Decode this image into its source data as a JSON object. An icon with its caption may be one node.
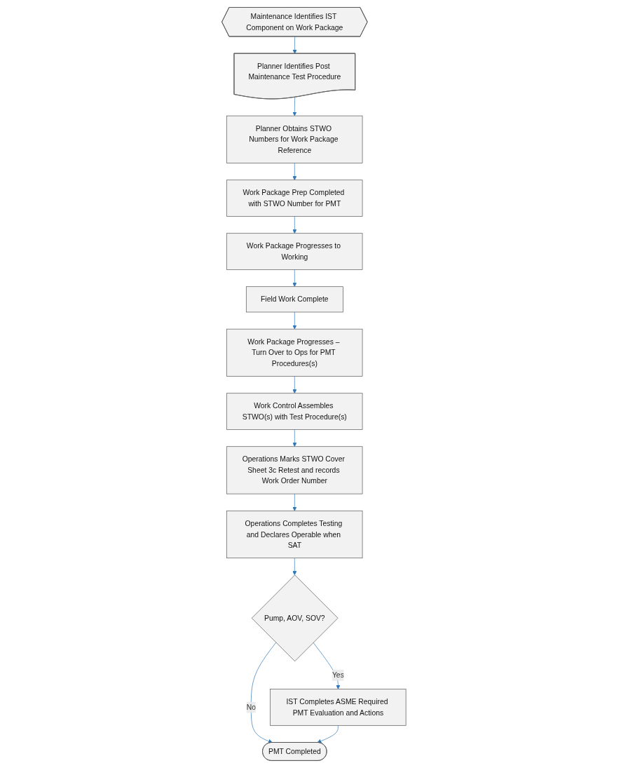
{
  "diagram": {
    "nodes": [
      {
        "text": [
          "Maintenance Identifies IST Component on Work Package"
        ]
      },
      {
        "text": [
          "Planner Identifies Post Maintenance Test Procedure"
        ]
      },
      {
        "text": [
          "Planner Obtains STWO Numbers for Work Package Reference"
        ]
      },
      {
        "text": [
          "Work Package Prep Completed with STWO Number for PMT"
        ]
      },
      {
        "text": [
          "Work Package Progresses to Working"
        ]
      },
      {
        "text": [
          "Field Work Complete"
        ]
      },
      {
        "text": [
          "Work Package Progresses – Turn Over to Ops for PMT Procedures(s)"
        ]
      },
      {
        "text": [
          "Work Control Assembles STWO(s) with Test Procedure(s)"
        ]
      },
      {
        "text": [
          "Operations Marks STWO Cover Sheet 3c Retest and records Work Order Number"
        ]
      },
      {
        "text": [
          "Operations Completes Testing and Declares Operable when SAT"
        ]
      },
      {
        "text": [
          "Pump, AOV, SOV?"
        ]
      },
      {
        "text": [
          "IST Completes ASME Required PMT Evaluation and Actions"
        ]
      },
      {
        "text": [
          "PMT Completed"
        ]
      }
    ],
    "edges": [
      {
        "from": 0,
        "to": 1,
        "arrow": "to"
      },
      {
        "from": 1,
        "to": 2,
        "arrow": "to"
      },
      {
        "from": 2,
        "to": 3,
        "arrow": "to"
      },
      {
        "from": 3,
        "to": 4,
        "arrow": "to"
      },
      {
        "from": 4,
        "to": 5,
        "arrow": "to"
      },
      {
        "from": 5,
        "to": 6,
        "arrow": "to"
      },
      {
        "from": 6,
        "to": 7,
        "arrow": "to"
      },
      {
        "from": 7,
        "to": 8,
        "arrow": "to"
      },
      {
        "from": 8,
        "to": 9,
        "arrow": "to"
      },
      {
        "from": 9,
        "to": 10,
        "arrow": "to"
      },
      {
        "from": 10,
        "to": 11,
        "label": "Yes",
        "arrow": "to"
      },
      {
        "from": 10,
        "to": 12,
        "label": "No",
        "arrow": "to"
      },
      {
        "from": 11,
        "to": 12,
        "arrow": "to"
      }
    ]
  }
}
